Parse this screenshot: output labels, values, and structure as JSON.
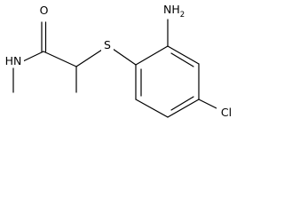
{
  "molecule": {
    "atoms": {
      "carbonyl_oxygen": "O",
      "amide_nitrogen": "HN",
      "thioether_sulfur": "S",
      "amino_group": {
        "element": "NH",
        "subscript": "2"
      },
      "chlorine": "Cl"
    }
  }
}
